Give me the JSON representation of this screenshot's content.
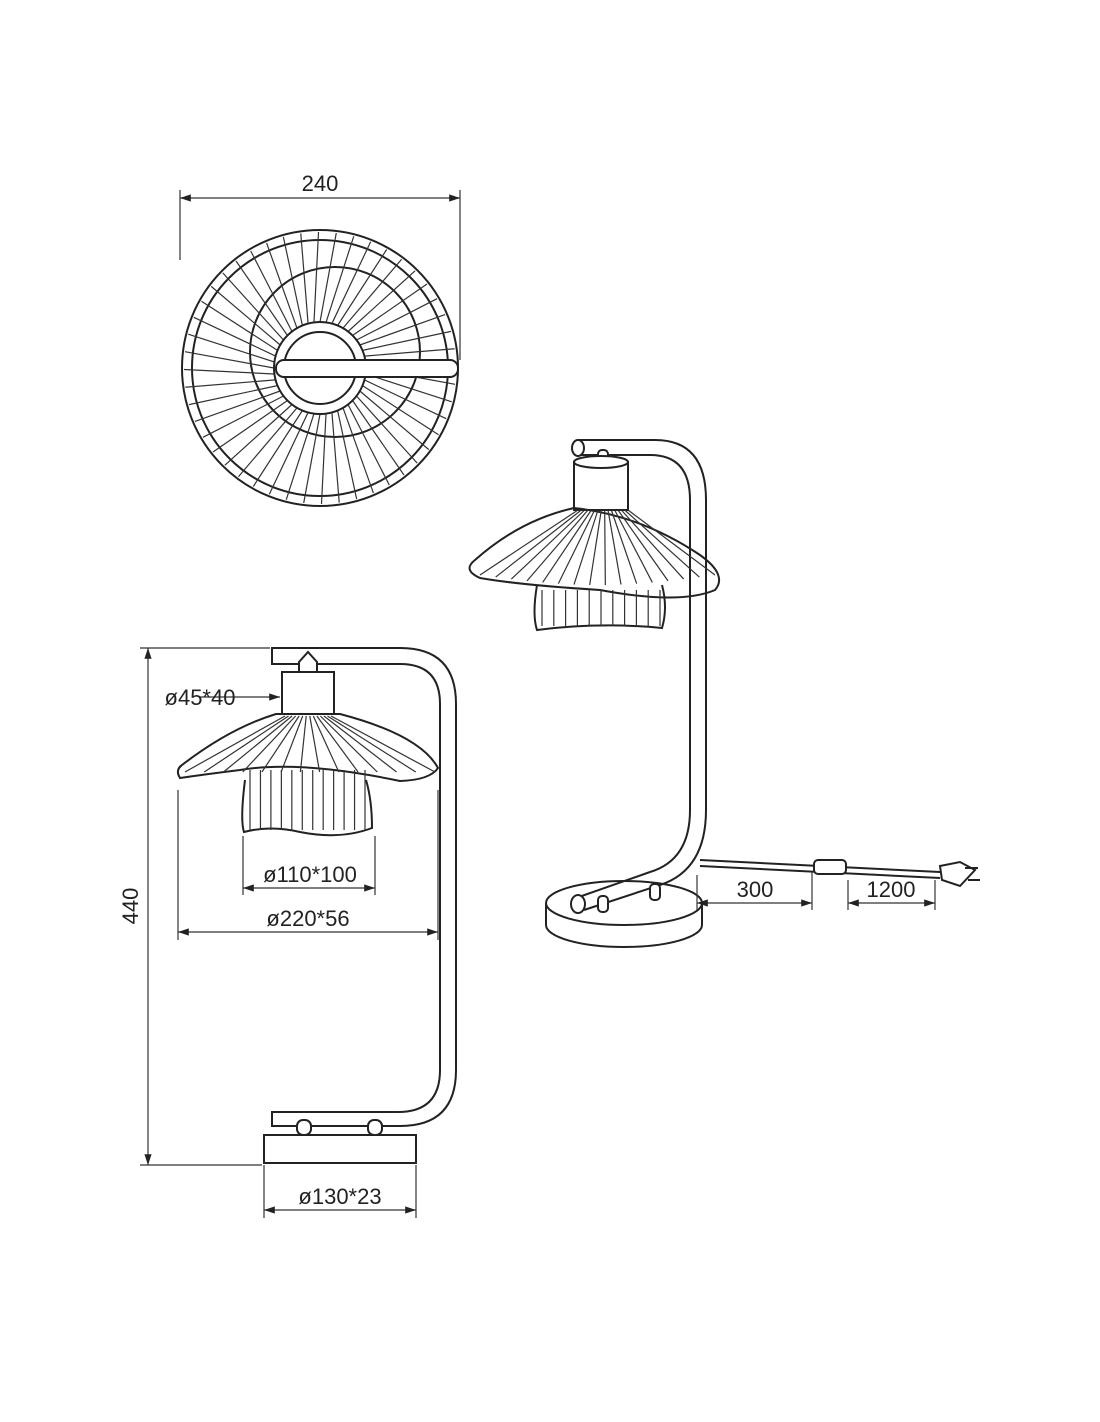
{
  "dimensions": {
    "top_width": "240",
    "height": "440",
    "socket": "ø45*40",
    "inner_shade": "ø110*100",
    "outer_shade": "ø220*56",
    "base": "ø130*23",
    "cord_to_switch": "300",
    "cord_to_plug": "1200"
  },
  "colors": {
    "line": "#222222",
    "background": "#ffffff"
  }
}
